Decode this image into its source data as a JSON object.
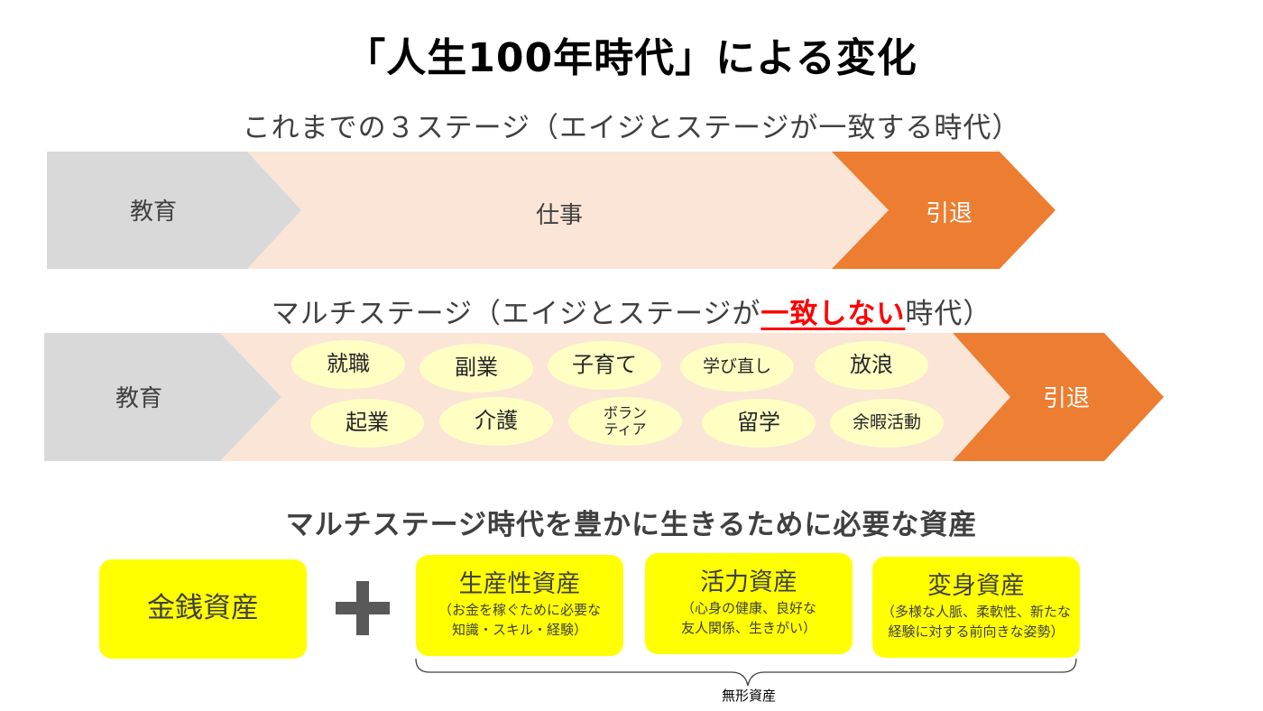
{
  "title": "「人生100年時代」による変化",
  "three_stage": {
    "heading": "これまでの３ステージ（エイジとステージが一致する時代）",
    "stages": [
      {
        "label": "教育",
        "color": "#d9d9d9"
      },
      {
        "label": "仕事",
        "color": "#fbe5d6"
      },
      {
        "label": "引退",
        "color": "#ed7d31"
      }
    ]
  },
  "multi_stage": {
    "heading_before": "マルチステージ（エイジとステージが",
    "heading_emphasis": "一致しない",
    "heading_after": "時代）",
    "emphasis_color": "#ff0000",
    "stages": [
      {
        "label": "教育",
        "color": "#d9d9d9"
      },
      {
        "label": "",
        "color": "#fbe5d6"
      },
      {
        "label": "引退",
        "color": "#ed7d31"
      }
    ],
    "activities_row1": [
      "就職",
      "副業",
      "子育て",
      "学び直し",
      "放浪"
    ],
    "activities_row2": [
      "起業",
      "介護",
      "ボランティア",
      "留学",
      "余暇活動"
    ],
    "oval_color": "#ffffc4"
  },
  "assets": {
    "heading": "マルチステージ時代を豊かに生きるために必要な資産",
    "money": {
      "name": "金銭資産"
    },
    "plus": "+",
    "productive": {
      "name": "生産性資産",
      "desc_line1": "（お金を稼ぐために必要な",
      "desc_line2": "知識・スキル・経験）"
    },
    "vitality": {
      "name": "活力資産",
      "desc_line1": "（心身の健康、良好な",
      "desc_line2": "友人関係、生きがい）"
    },
    "transformational": {
      "name": "変身資産",
      "desc_line1": "（多様な人脈、柔軟性、新たな",
      "desc_line2": "経験に対する前向きな姿勢）"
    },
    "box_color": "#ffff00",
    "intangible_label": "無形資産"
  }
}
